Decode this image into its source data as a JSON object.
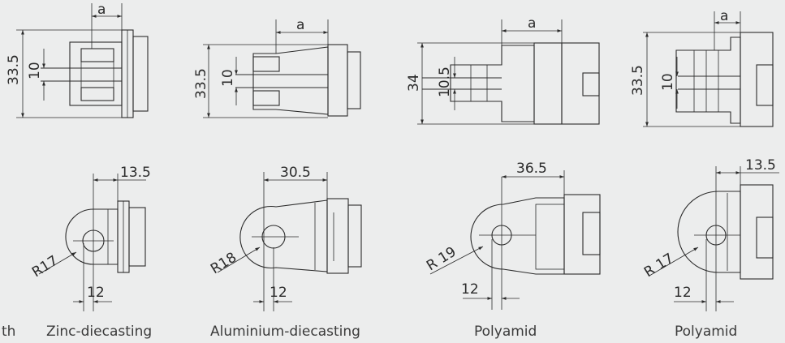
{
  "captions": {
    "left_partial": "th",
    "zinc": "Zinc-diecasting",
    "aluminium": "Aluminium-diecasting",
    "polyamid1": "Polyamid",
    "polyamid2": "Polyamid"
  },
  "top_views": {
    "a_label": "a",
    "view1": {
      "height": "33.5",
      "slot": "10"
    },
    "view2": {
      "height": "33.5",
      "slot": "10"
    },
    "view3": {
      "height": "34",
      "slot": "10.5"
    },
    "view4": {
      "height": "33.5",
      "slot": "10"
    }
  },
  "side_views": {
    "view1": {
      "length": "13.5",
      "radius": "R17",
      "bore": "12"
    },
    "view2": {
      "length": "30.5",
      "radius": "R18",
      "bore": "12"
    },
    "view3": {
      "length": "36.5",
      "radius": "R 19",
      "bore": "12"
    },
    "view4": {
      "length": "13.5",
      "radius": "R 17",
      "bore": "12"
    }
  },
  "colors": {
    "background": "#eceded",
    "line": "#2b2b2b"
  }
}
